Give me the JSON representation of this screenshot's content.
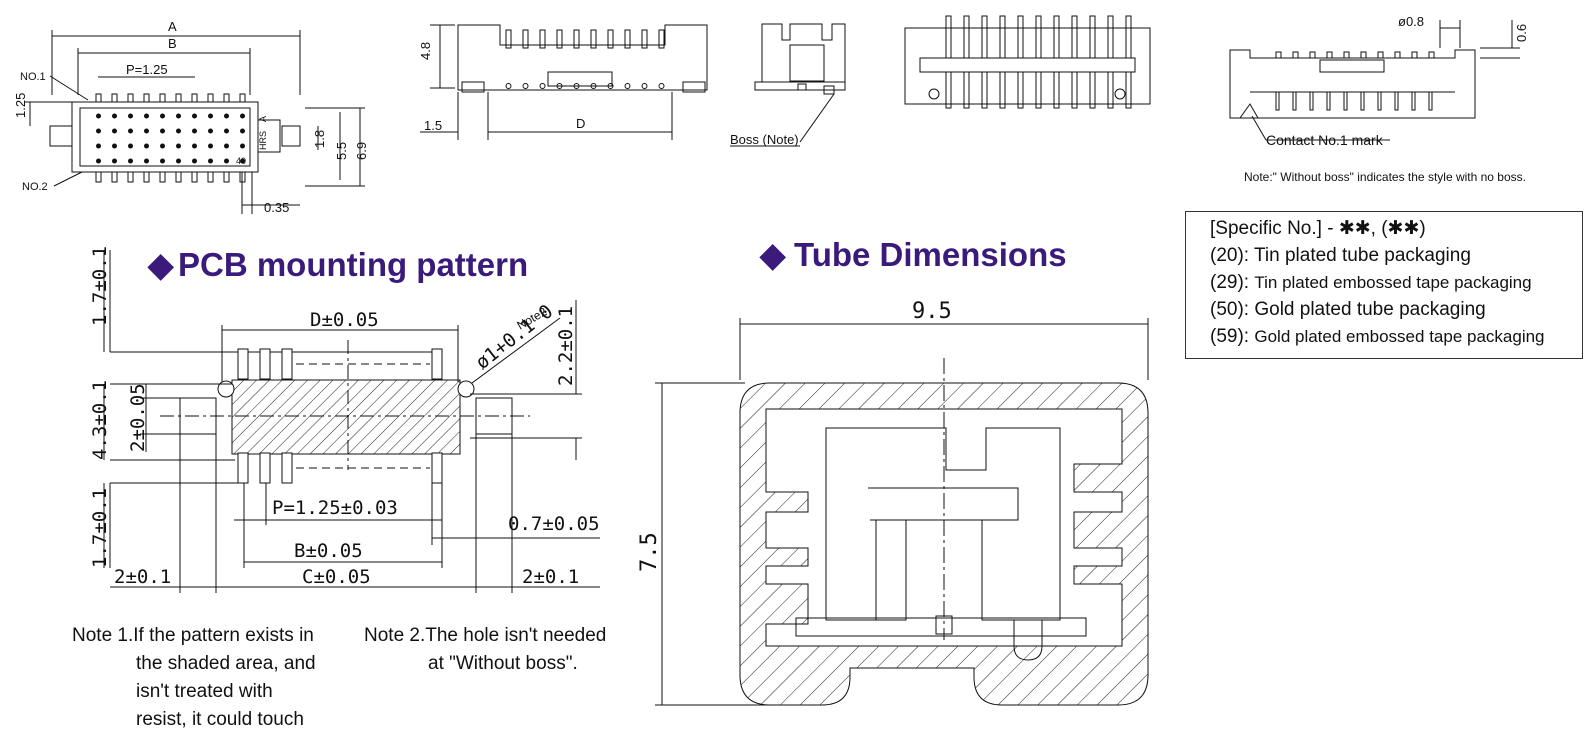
{
  "top_left": {
    "dim_a": "A",
    "dim_b": "B",
    "pitch": "P=1.25",
    "no1": "NO.1",
    "no2": "NO.2",
    "dim_125": "1.25",
    "dim_18": "1.8",
    "dim_55": "5.5",
    "dim_69": "6.9",
    "dim_035": "0.35",
    "mark_hrs": "HRS",
    "mark_a": "A",
    "mark_40": "40"
  },
  "top_side": {
    "dim_48": "4.8",
    "dim_15": "1.5",
    "dim_d": "D"
  },
  "top_end": {
    "boss_label": "Boss (Note)"
  },
  "top_right": {
    "dim_08": "ø0.8",
    "dim_06": "0.6",
    "contact_mark": "Contact No.1 mark",
    "note": "Note:\" Without boss\" indicates the style with no boss."
  },
  "specific": {
    "title": "[Specific No.] - ✱✱, (✱✱)",
    "items": [
      {
        "code": "(20): ",
        "text": "Tin plated tube packaging"
      },
      {
        "code": "(29): ",
        "text": "Tin plated embossed tape packaging"
      },
      {
        "code": "(50): ",
        "text": "Gold plated tube packaging"
      },
      {
        "code": "(59): ",
        "text": "Gold plated embossed tape packaging"
      }
    ]
  },
  "pcb": {
    "heading_mark": "◆",
    "heading": "PCB mounting pattern",
    "dim_17_top": "1.7±0.1",
    "dim_d": "D±0.05",
    "dim_hole": "ø1+0.1 0",
    "note2_tag": "Note2",
    "dim_22": "2.2±0.1",
    "dim_43": "4.3±0.1",
    "dim_2": "2±0.05",
    "dim_17_bot": "1.7±0.1",
    "dim_p": "P=1.25±0.03",
    "dim_07": "0.7±0.05",
    "dim_b": "B±0.05",
    "dim_2_left": "2±0.1",
    "dim_c": "C±0.05",
    "dim_2_right": "2±0.1",
    "note1_lines": [
      "Note 1.If the pattern exists in",
      "the shaded area, and",
      "isn't treated with",
      "resist, it could touch"
    ],
    "note2_lines": [
      "Note 2.The hole isn't needed",
      "at \"Without boss\"."
    ]
  },
  "tube": {
    "heading_mark": "◆",
    "heading": "Tube Dimensions",
    "width": "9.5",
    "height": "7.5"
  }
}
